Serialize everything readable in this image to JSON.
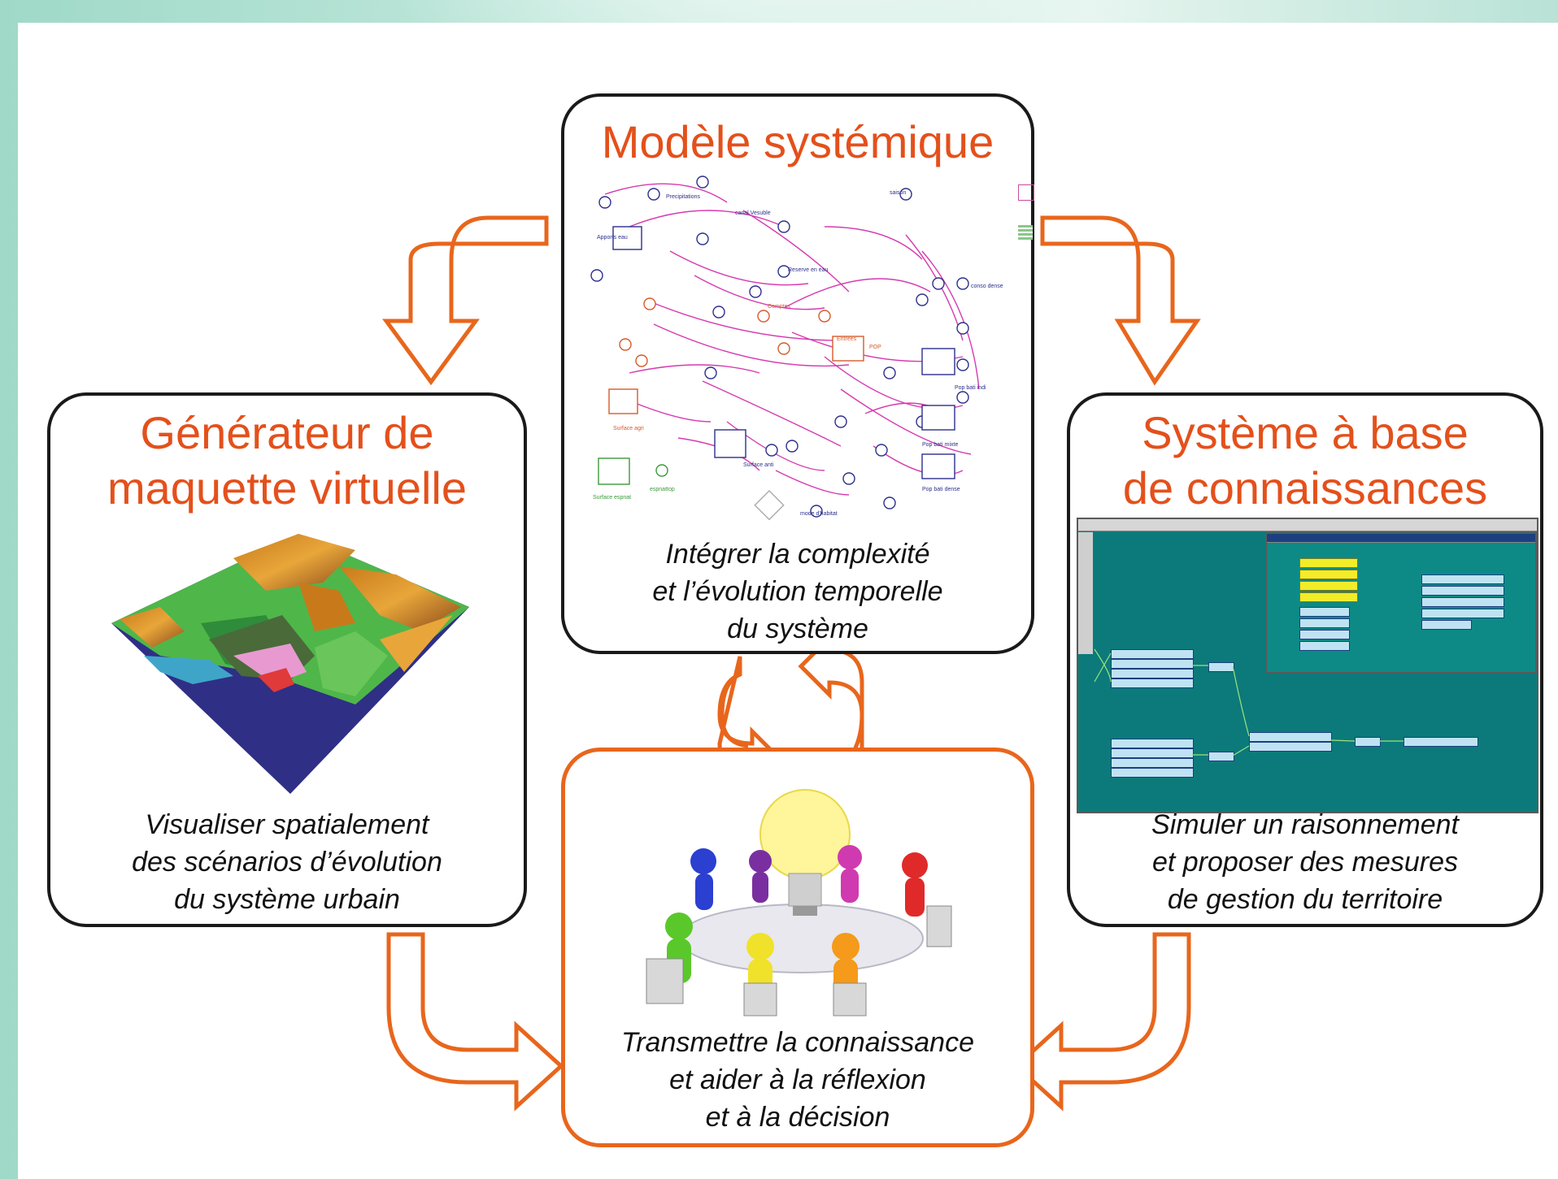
{
  "boxes": {
    "top": {
      "title": "Modèle systémique",
      "caption": [
        "Intégrer la complexité",
        "et l’évolution temporelle",
        "du système"
      ]
    },
    "left": {
      "title": [
        "Générateur de",
        "maquette virtuelle"
      ],
      "caption": [
        "Visualiser spatialement",
        "des scénarios d’évolution",
        "du système urbain"
      ]
    },
    "right": {
      "title": [
        "Système à base",
        "de connaissances"
      ],
      "caption": [
        "Simuler un raisonnement",
        "et proposer des mesures",
        "de gestion du territoire"
      ]
    },
    "bottom": {
      "caption": [
        "Transmettre la connaissance",
        "et aider à la réflexion",
        "et à la décision"
      ]
    }
  },
  "colors": {
    "title": "#e4501b",
    "arrow": "#e8661c",
    "border": "#1a1a1a"
  }
}
